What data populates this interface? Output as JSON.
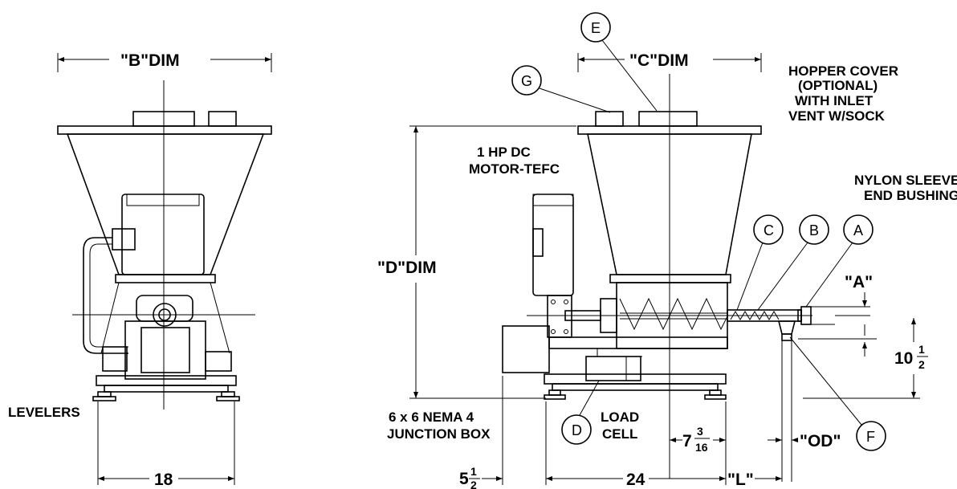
{
  "side_view": {
    "dim_b": "\"B\"DIM",
    "dim_18": "18",
    "levelers": "LEVELERS"
  },
  "front_view": {
    "dim_c": "\"C\"DIM",
    "dim_d": "\"D\"DIM",
    "dim_a": "\"A\"",
    "dim_od": "\"OD\"",
    "dim_l": "\"L\"",
    "dim_24": "24",
    "dim_10_whole": "10",
    "dim_10_frac": "1/2",
    "dim_7_whole": "7",
    "dim_7_num": "3",
    "dim_7_den": "16",
    "dim_5_whole": "5",
    "dim_5_num": "1",
    "dim_5_den": "2"
  },
  "notes": {
    "motor_line1": "1 HP DC",
    "motor_line2": "MOTOR-TEFC",
    "hopper_line1": "HOPPER COVER",
    "hopper_line2": "(OPTIONAL)",
    "hopper_line3": "WITH INLET",
    "hopper_line4": "VENT W/SOCK",
    "nylon_line1": "NYLON SLEEVE",
    "nylon_line2": "END BUSHING",
    "junction_line1": "6 x 6 NEMA 4",
    "junction_line2": "JUNCTION BOX",
    "load_line1": "LOAD",
    "load_line2": "CELL"
  },
  "callouts": {
    "a": "A",
    "b": "B",
    "c": "C",
    "d": "D",
    "e": "E",
    "f": "F",
    "g": "G"
  }
}
